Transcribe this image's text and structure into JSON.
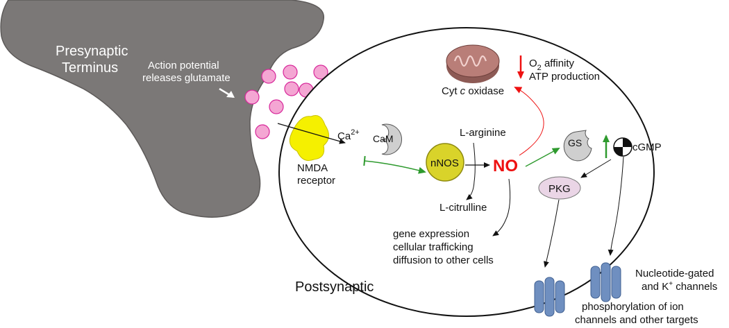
{
  "presynaptic": {
    "line1": "Presynaptic",
    "line2": "Terminus"
  },
  "action_potential": {
    "line1": "Action potential",
    "line2": "releases glutamate"
  },
  "postsynaptic": "Postsynaptic",
  "nmda": {
    "line1": "NMDA",
    "line2": "receptor"
  },
  "calcium": {
    "base": "Ca",
    "sup": "2+"
  },
  "cam": "CaM",
  "nnos": "nNOS",
  "no": "NO",
  "l_arginine": "L-arginine",
  "l_citrulline": "L-citrulline",
  "cyt": {
    "pre": "Cyt ",
    "italic": "c",
    "post": " oxidase"
  },
  "o2": {
    "base": "O",
    "sub": "2",
    "rest": " affinity"
  },
  "atp": "ATP production",
  "gs": "GS",
  "cgmp": "cGMP",
  "pkg": "PKG",
  "gene": {
    "line1": "gene expression",
    "line2": "cellular trafficking",
    "line3": "diffusion to other cells"
  },
  "nucleotide": {
    "line1": "Nucleotide-gated",
    "line2_pre": "and K",
    "line2_sup": "+",
    "line2_post": " channels"
  },
  "phospho": {
    "line1": "phosphorylation of ion",
    "line2": "channels and other targets"
  },
  "colors": {
    "terminal": "#7b7877",
    "vesicle": "#f4a6d3",
    "receptor": "#f5f000",
    "nnos": "#d9d32a",
    "no_red": "#ee1111",
    "green_arrow": "#2e9a2e",
    "channel": "#6f8fc0",
    "pkg": "#ead5e6",
    "mito": "#b97e78"
  }
}
